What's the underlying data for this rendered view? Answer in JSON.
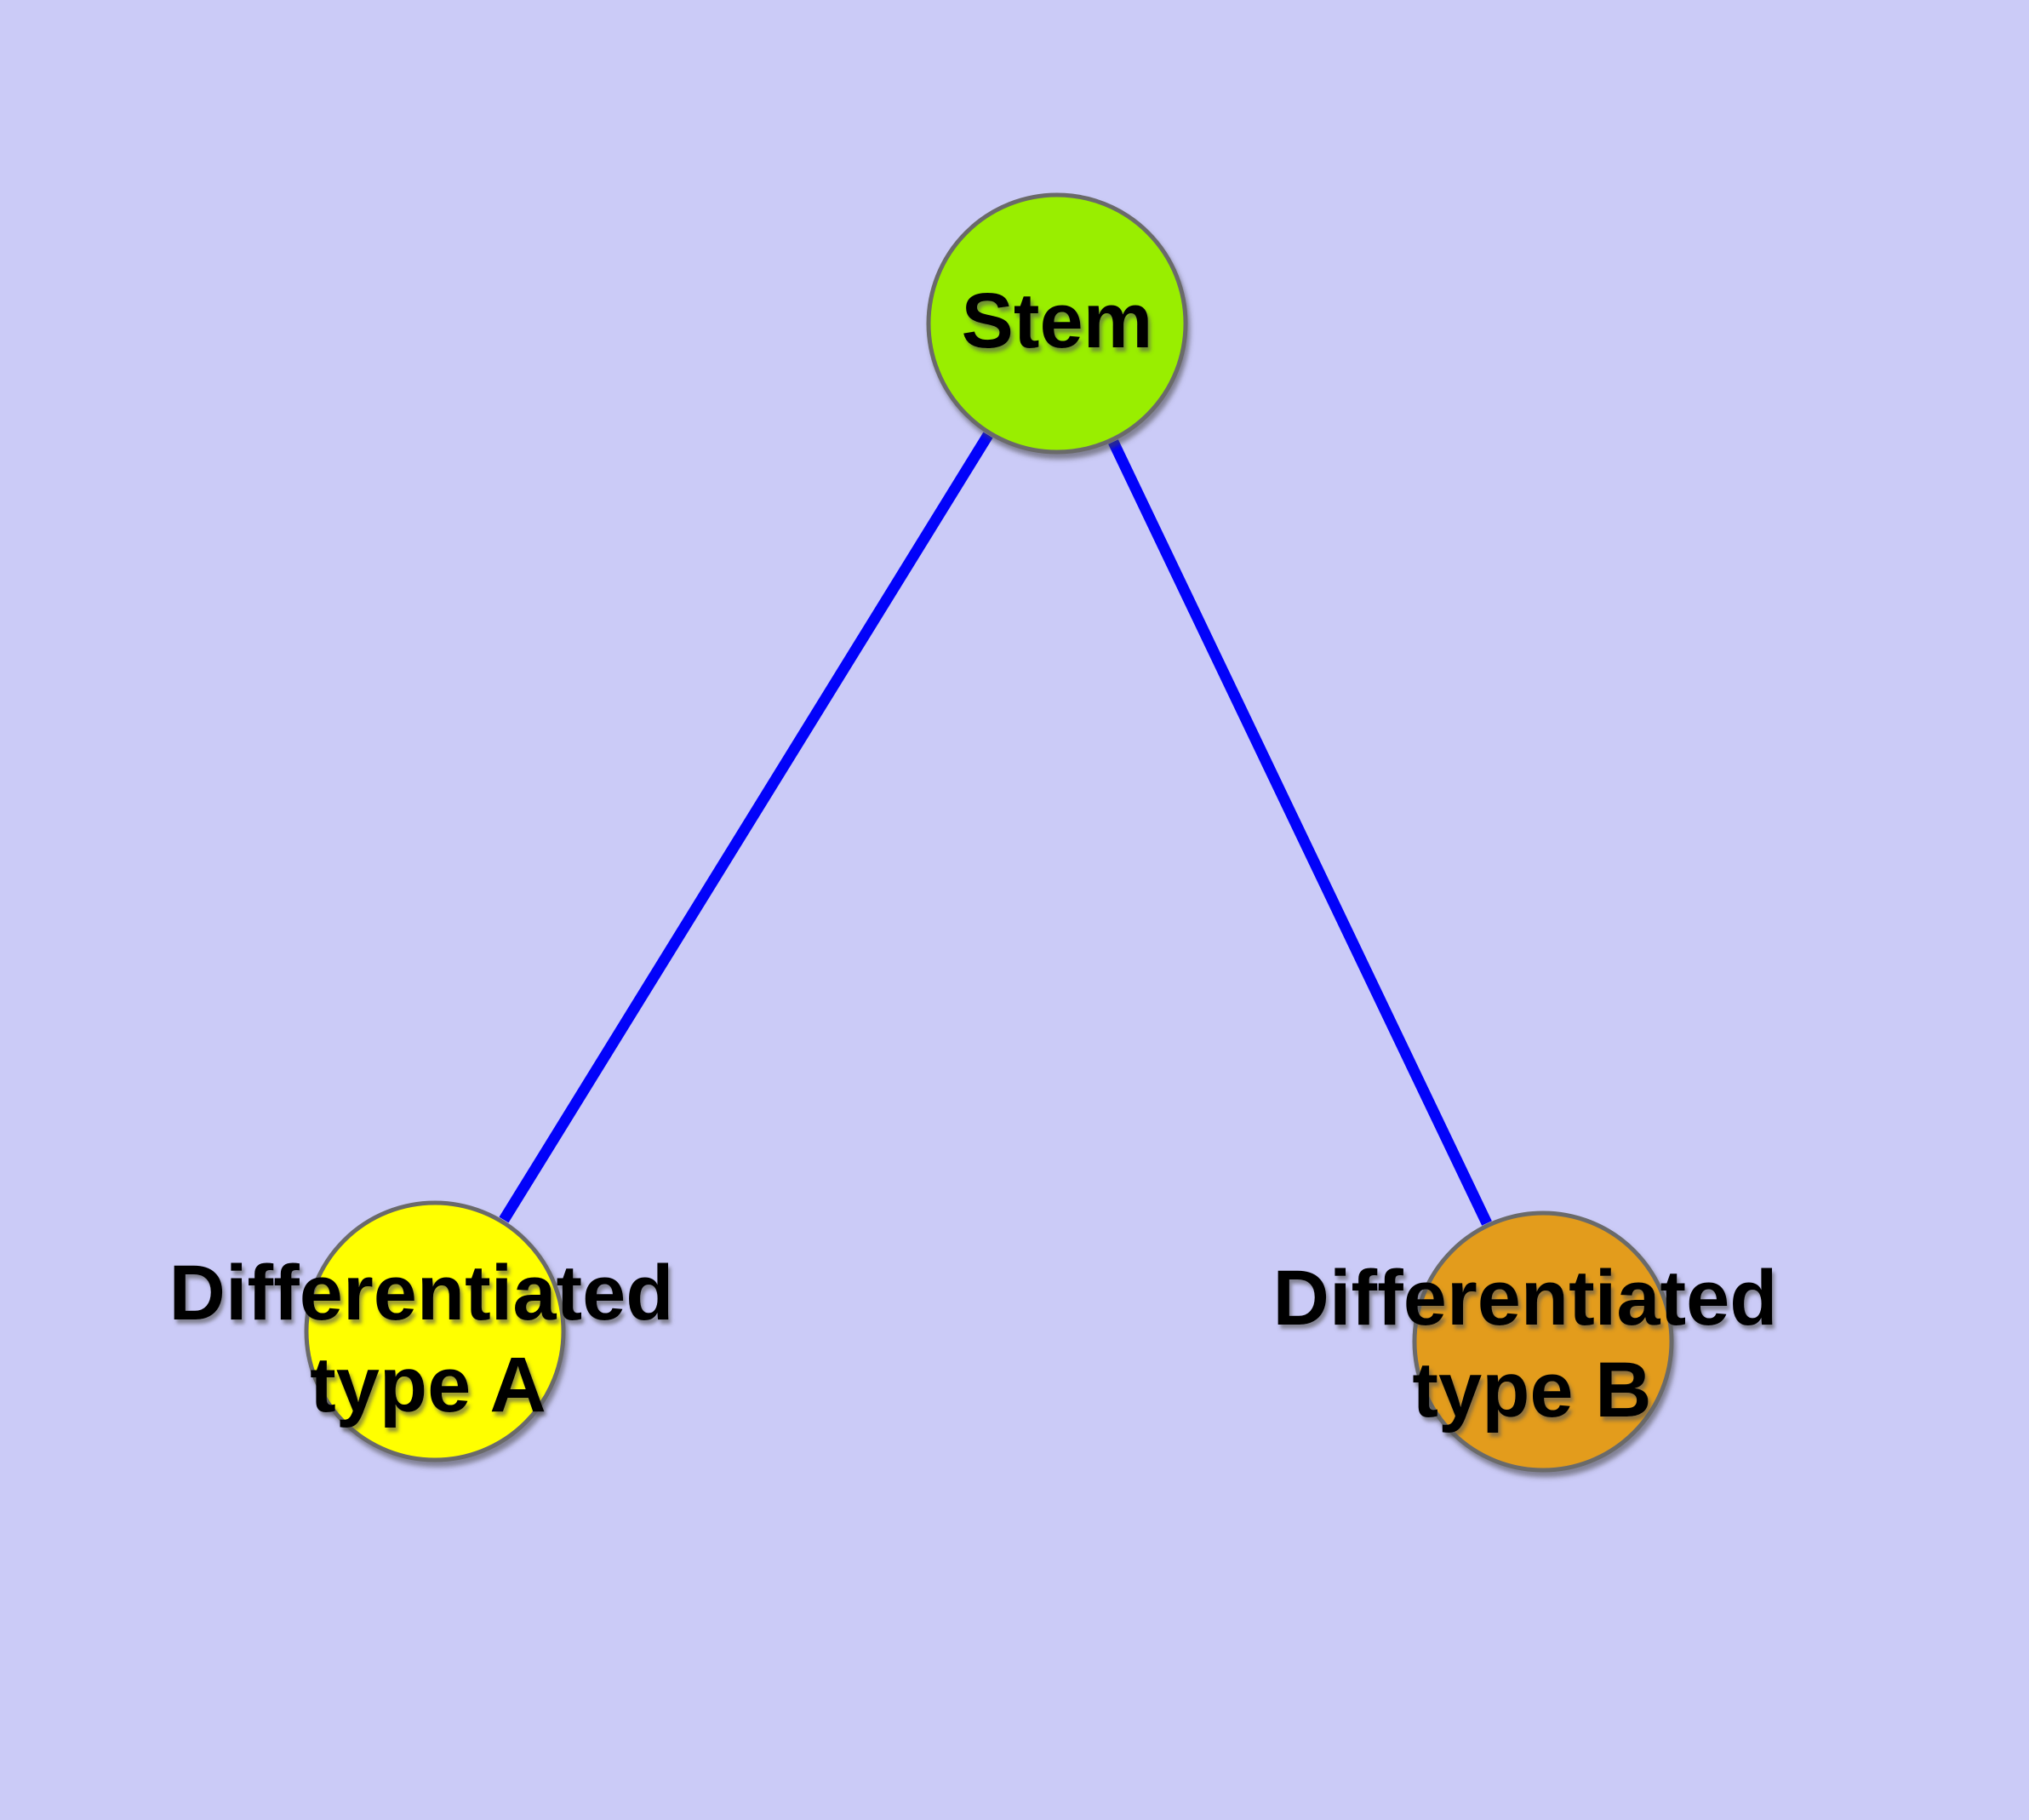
{
  "diagram": {
    "type": "node-link-graph",
    "background_color": "#cbcbf7",
    "edge_color": "#0202fa",
    "node_border_color": "#6b6b6b",
    "label_color": "#000000",
    "nodes": [
      {
        "id": "stem",
        "label": "Stem",
        "fill": "#99ee00"
      },
      {
        "id": "type_a",
        "label": "Differentiated type A",
        "label_lines": [
          "Differentiated",
          "type A"
        ],
        "fill": "#ffff00"
      },
      {
        "id": "type_b",
        "label": "Differentiated type B",
        "label_lines": [
          "Differentiated",
          "type B"
        ],
        "fill": "#e39c1f"
      }
    ],
    "edges": [
      {
        "from": "Stem",
        "to": "Differentiated type A"
      },
      {
        "from": "Stem",
        "to": "Differentiated type B"
      }
    ]
  }
}
